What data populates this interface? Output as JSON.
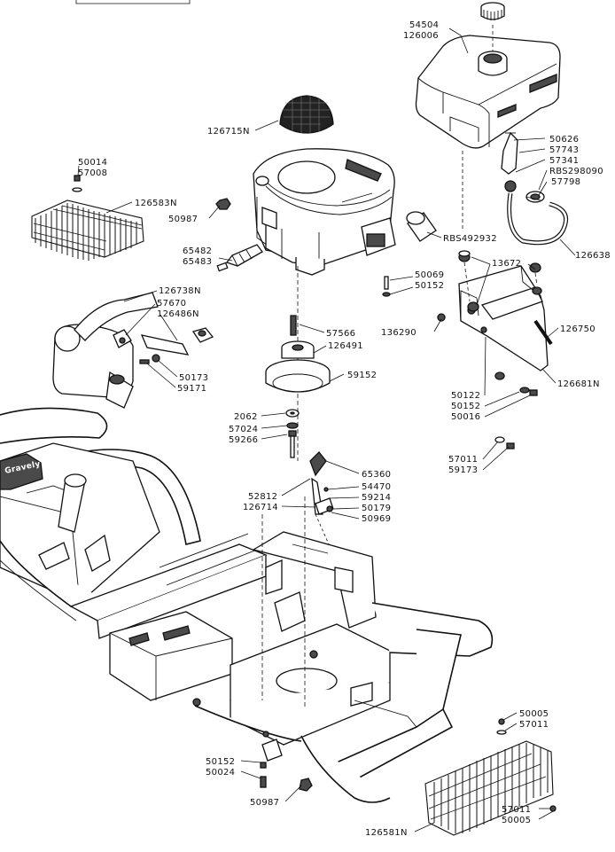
{
  "callouts": {
    "c54504": "54504",
    "c126006": "126006",
    "c126715N": "126715N",
    "c50626": "50626",
    "c57743": "57743",
    "c57341": "57341",
    "cRBS298090": "RBS298090",
    "c57798": "57798",
    "c50014": "50014",
    "c57008": "57008",
    "c126583N": "126583N",
    "c50987a": "50987",
    "cRBS492932": "RBS492932",
    "c126638": "126638",
    "c13672": "13672",
    "c65482": "65482",
    "c65483": "65483",
    "c50069": "50069",
    "c50152a": "50152",
    "c126738N": "126738N",
    "c57670": "57670",
    "c126486N": "126486N",
    "c136290": "136290",
    "c57566": "57566",
    "c126750": "126750",
    "c126491": "126491",
    "c50173": "50173",
    "c59171": "59171",
    "c59152": "59152",
    "c50122": "50122",
    "c126681N": "126681N",
    "c50152b": "50152",
    "c50016": "50016",
    "c2062": "2062",
    "c57024": "57024",
    "c59266": "59266",
    "c57011a": "57011",
    "c59173": "59173",
    "c65360": "65360",
    "c52812": "52812",
    "c54470": "54470",
    "c126714": "126714",
    "c59214": "59214",
    "c50179": "50179",
    "c50969": "50969",
    "c50005a": "50005",
    "c57011b": "57011",
    "c50152c": "50152",
    "c50024": "50024",
    "c50987b": "50987",
    "c57011c": "57011",
    "c50005b": "50005",
    "c126581N": "126581N"
  },
  "logo_text": "Gravely"
}
